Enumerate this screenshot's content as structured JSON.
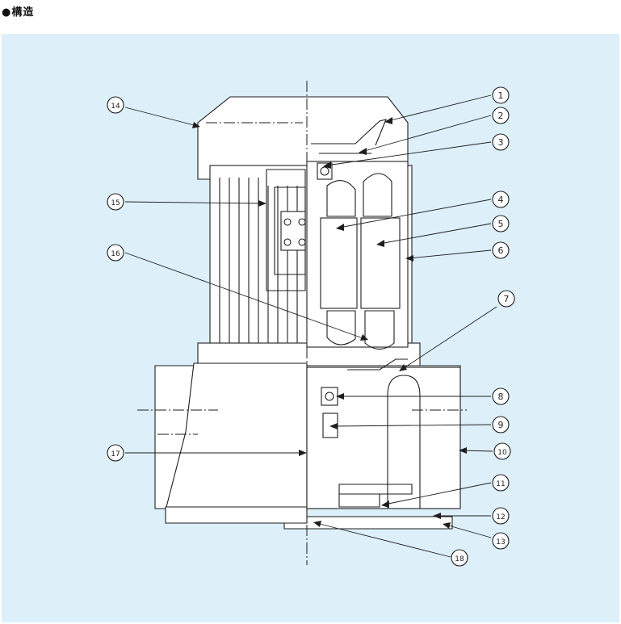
{
  "title": "●構造",
  "colors": {
    "panel_background": "#ddeff9",
    "line": "#1e1e1e",
    "part_fill": "#ffffff"
  },
  "callouts": [
    {
      "id": "c1",
      "label": "1"
    },
    {
      "id": "c2",
      "label": "2"
    },
    {
      "id": "c3",
      "label": "3"
    },
    {
      "id": "c4",
      "label": "4"
    },
    {
      "id": "c5",
      "label": "5"
    },
    {
      "id": "c6",
      "label": "6"
    },
    {
      "id": "c7",
      "label": "7"
    },
    {
      "id": "c8",
      "label": "8"
    },
    {
      "id": "c9",
      "label": "9"
    },
    {
      "id": "c10",
      "label": "10"
    },
    {
      "id": "c11",
      "label": "11"
    },
    {
      "id": "c12",
      "label": "12"
    },
    {
      "id": "c13",
      "label": "13"
    },
    {
      "id": "c14",
      "label": "14"
    },
    {
      "id": "c15",
      "label": "15"
    },
    {
      "id": "c16",
      "label": "16"
    },
    {
      "id": "c17",
      "label": "17"
    },
    {
      "id": "c18",
      "label": "18"
    }
  ]
}
